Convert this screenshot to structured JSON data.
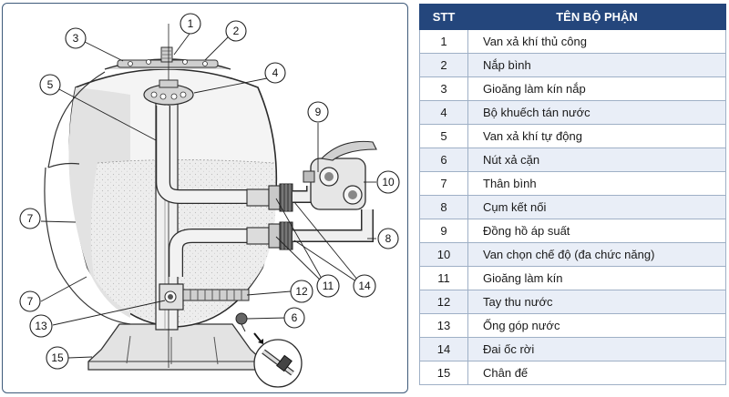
{
  "table": {
    "headers": {
      "stt": "STT",
      "name": "TÊN BỘ PHẬN"
    },
    "rows": [
      {
        "stt": "1",
        "name": "Van xả khí thủ công"
      },
      {
        "stt": "2",
        "name": "Nắp bình"
      },
      {
        "stt": "3",
        "name": "Gioăng làm kín nắp"
      },
      {
        "stt": "4",
        "name": "Bộ khuếch tán nước"
      },
      {
        "stt": "5",
        "name": "Van xả khí tự động"
      },
      {
        "stt": "6",
        "name": "Nút xả cặn"
      },
      {
        "stt": "7",
        "name": "Thân bình"
      },
      {
        "stt": "8",
        "name": "Cụm kết nối"
      },
      {
        "stt": "9",
        "name": "Đồng hồ áp suất"
      },
      {
        "stt": "10",
        "name": "Van chọn chế độ (đa chức năng)"
      },
      {
        "stt": "11",
        "name": "Gioăng làm kín"
      },
      {
        "stt": "12",
        "name": "Tay thu nước"
      },
      {
        "stt": "13",
        "name": "Ống góp nước"
      },
      {
        "stt": "14",
        "name": "Đai ốc rời"
      },
      {
        "stt": "15",
        "name": "Chân đế"
      }
    ]
  },
  "callouts": {
    "c1": "1",
    "c2": "2",
    "c3": "3",
    "c4": "4",
    "c5": "5",
    "c6": "6",
    "c7a": "7",
    "c7b": "7",
    "c8": "8",
    "c9": "9",
    "c10": "10",
    "c11": "11",
    "c12": "12",
    "c13": "13",
    "c14": "14",
    "c15": "15"
  },
  "colors": {
    "header_bg": "#24467c",
    "panel_border": "#3e5a7a",
    "alt_row_bg": "#e9eef7",
    "sand_fill": "#ececec",
    "tank_shade": "#e4e4e4"
  }
}
